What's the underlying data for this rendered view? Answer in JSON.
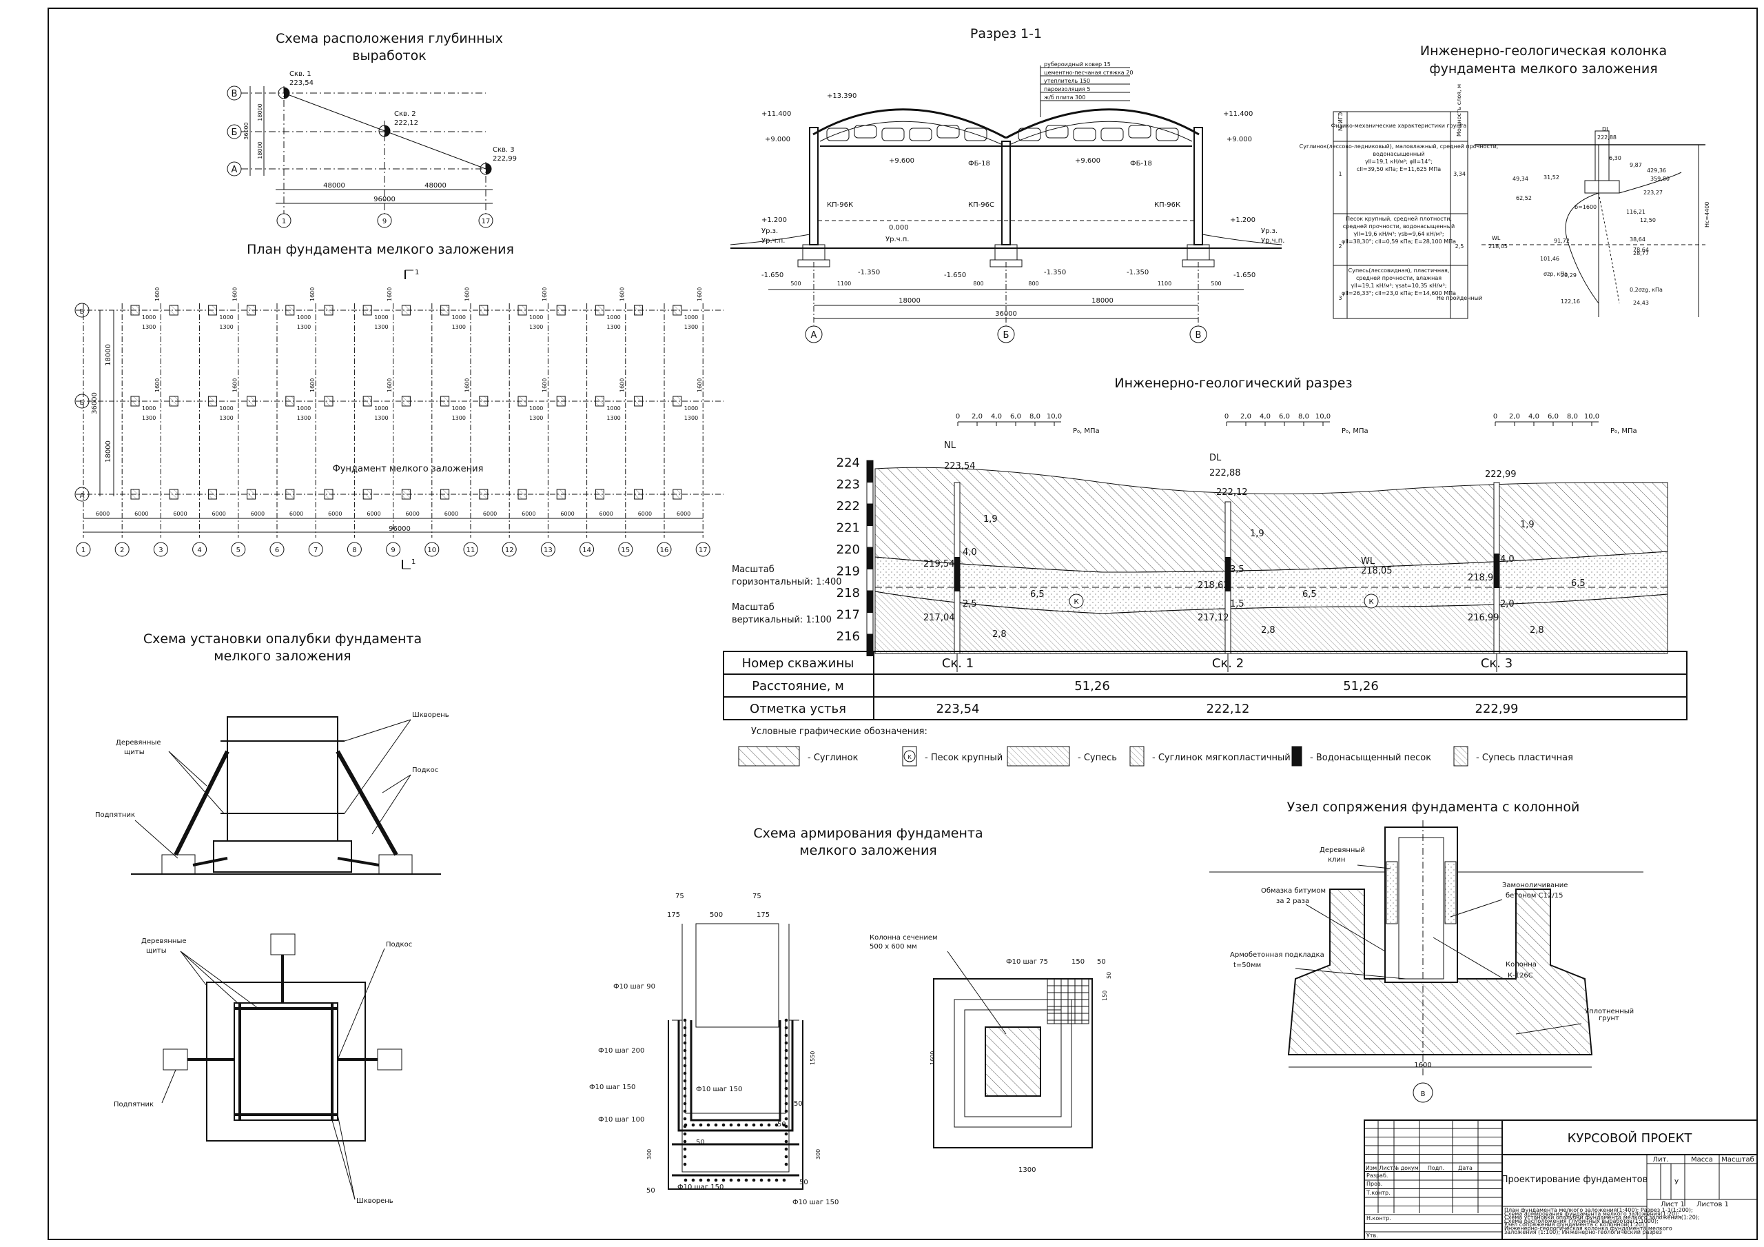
{
  "colors": {
    "ink": "#111111",
    "paper": "#ffffff"
  },
  "titles": {
    "wells_scheme": "Схема расположения глубинных",
    "wells_scheme_2": "выработок",
    "foundation_plan": "План фундамента мелкого заложения",
    "section_1_1": "Разрез 1-1",
    "geo_column": "Инженерно-геологическая колонка",
    "geo_column_2": "фундамента мелкого заложения",
    "geo_section": "Инженерно-геологический разрез",
    "formwork": "Схема установки опалубки фундамента",
    "formwork_2": "мелкого заложения",
    "reinforcement": "Схема армирования фундамента",
    "reinforcement_2": "мелкого заложения",
    "joint": "Узел сопряжения фундамента с колонной"
  },
  "wells_scheme": {
    "axes_rows": [
      "В",
      "Б",
      "А"
    ],
    "axes_cols": [
      "1",
      "9",
      "17"
    ],
    "wells": [
      {
        "name": "Скв. 1",
        "elev": "223,54"
      },
      {
        "name": "Скв. 2",
        "elev": "222,12"
      },
      {
        "name": "Скв. 3",
        "elev": "222,99"
      }
    ],
    "dims_h": [
      "48000",
      "48000",
      "96000"
    ],
    "dims_v": [
      "18000",
      "18000",
      "36000"
    ]
  },
  "foundation_plan": {
    "rows": [
      "В",
      "Б",
      "А"
    ],
    "cols": [
      "1",
      "2",
      "3",
      "4",
      "5",
      "6",
      "7",
      "8",
      "9",
      "10",
      "11",
      "12",
      "13",
      "14",
      "15",
      "16",
      "17"
    ],
    "bay": "6000",
    "total": "96000",
    "dim_a": "1000",
    "dim_b": "1300",
    "dim_c": "1600",
    "dims_v": [
      "18000",
      "18000",
      "36000"
    ],
    "label": "Фундамент мелкого заложения",
    "cut_mark": "1"
  },
  "section_1_1": {
    "roof_layers": [
      "рубероидный ковер 15",
      "цементно-песчаная стяжка 20",
      "утеплитель 150",
      "пароизоляция 5",
      "ж/б плита 300"
    ],
    "levels": {
      "top": "+13.390",
      "eave": "+11.400",
      "crane": "+9.000",
      "truss": "+9.600",
      "plinth": "+1.200",
      "floor": "0.000",
      "found_a": "-1.650",
      "found_b": "-1.350"
    },
    "ground_mark": "Ур.з.",
    "floor_mark": "Ур.ч.п.",
    "truss": "ФБ-18",
    "columns": [
      "КП-96К",
      "КП-96С",
      "КП-96К"
    ],
    "spans": [
      "18000",
      "18000",
      "36000"
    ],
    "offsets": [
      "500",
      "1100",
      "800",
      "800",
      "1100",
      "500"
    ],
    "axes": [
      "А",
      "Б",
      "В"
    ]
  },
  "geo_column": {
    "headers": [
      "№ ИГЭ",
      "Физико-механические характеристики грунта",
      "Мощность слоя, м"
    ],
    "layers": [
      {
        "n": "1",
        "desc": [
          "Суглинок(лессово-ледниковый), маловлажный, средней прочности,",
          "водонасыщенный",
          "γII=19,1 кН/м³; φII=14°;",
          "cII=39,50 кПа; E=11,625 МПа"
        ],
        "thick": "3,34"
      },
      {
        "n": "2",
        "desc": [
          "Песок крупный, средней плотности,",
          "средней прочности, водонасыщенный",
          "γII=19,6 кН/м³; γsb=9,64 кН/м³;",
          "φII=38,30°; cII=0,59 кПа; E=28,100 МПа"
        ],
        "thick": "2,5"
      },
      {
        "n": "3",
        "desc": [
          "Супесь(лессовидная), пластичная,",
          "средней прочности, влажная",
          "γII=19,1 кН/м³; γsat=10,35 кН/м³;",
          "φII=26,33°; cII=23,0 кПа; E=14,600 МПа"
        ],
        "thick": "Не пройденный"
      }
    ],
    "marks": [
      "DL",
      "222,88",
      "WL",
      "218,05",
      "σzp, кПа",
      "σzg, кПа"
    ],
    "values": [
      "6,30",
      "9,87",
      "31,52",
      "49,34",
      "62,52",
      "429,36",
      "359,80",
      "223,27",
      "12,50",
      "91,72",
      "116,21",
      "78,64",
      "38,64",
      "28,77",
      "101,46",
      "20,29",
      "122,16",
      "24,43"
    ],
    "annot": [
      "0,2σzg, кПа",
      "Hc=4400",
      "b=1600"
    ]
  },
  "geo_section": {
    "scale_label": "P₀, МПа",
    "scale_ticks": [
      "0",
      "2,0",
      "4,0",
      "6,0",
      "8,0",
      "10,0"
    ],
    "elevations": [
      "224",
      "223",
      "222",
      "221",
      "220",
      "219",
      "218",
      "217",
      "216"
    ],
    "scale_text": [
      "Масштаб",
      "горизонтальный: 1:400",
      "Масштаб",
      "вертикальный: 1:100"
    ],
    "marks": [
      "NL",
      "223,54",
      "DL",
      "222,88",
      "222,12",
      "222,99",
      "WL",
      "218,05",
      "219,54",
      "218,62",
      "218,99",
      "217,04",
      "217,12",
      "216,99"
    ],
    "layer_values": [
      "1,9",
      "1,9",
      "1,9",
      "4,0",
      "3,5",
      "4,0",
      "6,5",
      "6,5",
      "6,5",
      "2,5",
      "1,5",
      "2,0",
      "2,8",
      "2,8",
      "2,8"
    ],
    "table": {
      "rows": [
        {
          "label": "Номер скважины",
          "cells": [
            "Ск. 1",
            "Ск. 2",
            "Ск. 3"
          ]
        },
        {
          "label": "Расстояние, м",
          "cells": [
            "51,26",
            "51,26"
          ]
        },
        {
          "label": "Отметка устья",
          "cells": [
            "223,54",
            "222,12",
            "222,99"
          ]
        }
      ]
    },
    "legend_title": "Условные графические обозначения:",
    "legend": [
      "- Суглинок",
      "- Песок крупный",
      "- Супесь",
      "- Суглинок мягкопластичный",
      "- Водонасыщенный песок",
      "- Супесь пластичная"
    ],
    "sand_mark": "К"
  },
  "formwork": {
    "labels": [
      "Деревянные",
      "щиты",
      "Шкворень",
      "Подкос",
      "Подпятник",
      "Деревянные",
      "щиты",
      "Подкос",
      "Подпятник",
      "Шкворень"
    ]
  },
  "reinforcement": {
    "left": [
      "75",
      "75",
      "175",
      "500",
      "175",
      "Ф10 шаг 90",
      "Ф10 шаг 200",
      "Ф10 шаг 150",
      "Ф10 шаг 100",
      "Ф10 шаг 150",
      "Ф10 шаг 150",
      "Ф10 шаг 150",
      "1550",
      "300",
      "300",
      "50",
      "50",
      "50",
      "50",
      "50"
    ],
    "right": [
      "Колонна сечением",
      "500 х 600 мм",
      "Ф10 шаг 75",
      "150",
      "50",
      "150",
      "50",
      "1600",
      "1300"
    ]
  },
  "joint": {
    "labels": [
      "Деревянный",
      "клин",
      "Обмазка битумом",
      "за 2 раза",
      "Замоноличивание",
      "бетоном С12/15",
      "Армобетонная подкладка",
      "t=50мм",
      "Колонна",
      "К-126С",
      "Уплотненный",
      "грунт",
      "1600",
      "В"
    ]
  },
  "stamp": {
    "project": "КУРСОВОЙ ПРОЕКТ",
    "title": "Проектирование фундаментов",
    "cols": [
      "Изм",
      "Лист",
      "№ докум.",
      "Подп.",
      "Дата"
    ],
    "rows": [
      "Разраб.",
      "Пров.",
      "Т.контр.",
      "Н.контр.",
      "Утв."
    ],
    "lit": "Лит.",
    "mass": "Масса",
    "scale": "Масштаб",
    "lit_val": "У",
    "sheet": "Лист 1",
    "sheets": "Листов 1",
    "contents": [
      "План фундамента мелкого заложения(1:400); Разрез 1-1(1:200);",
      "Схема армирования фундамента мелкого заложения(1:20);",
      "Схема установки опалубки фундамента мелкого заложения(1:20);",
      "Схема расположения глубинных выработок(1:1000);",
      "Узел сопряжения фундамента с колонной(1:20);",
      "Инженерно-геологическая колонка фундамента мелкого",
      "заложения (1:100); Инженерно-геологический разрез"
    ]
  }
}
